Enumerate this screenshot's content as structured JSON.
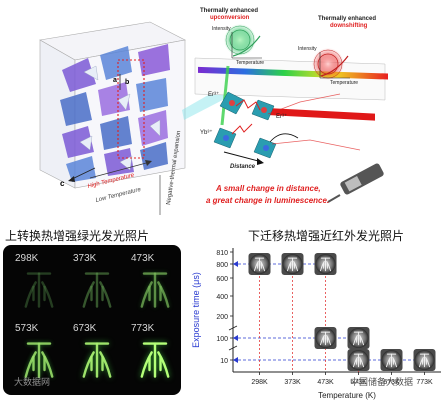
{
  "scheme": {
    "axis_a": "a",
    "axis_b": "b",
    "axis_c": "c",
    "high_temperature": "High Temperature",
    "low_temperature": "Low Temperature",
    "expansion_label": "Negative-thermal expansion",
    "er_label_1": "Er³⁺",
    "er_label_2": "Er³⁺",
    "yb_label": "Yb³⁺",
    "distance_label": "Distance",
    "thermal_up_line1": "Thermally enhanced",
    "thermal_up_line2": "upconversion",
    "thermal_down_line1": "Thermally enhanced",
    "thermal_down_line2": "downshifting",
    "intensity_label_1": "Intensity",
    "temperature_label_1": "Temperature",
    "intensity_label_2": "Intensity",
    "temperature_label_2": "Temperature",
    "tagline_1": "A small change in distance,",
    "tagline_2": "a great change in luminescence."
  },
  "left_panel": {
    "caption": "上转换热增强绿光发光照片",
    "temps": [
      "298K",
      "373K",
      "473K",
      "573K",
      "673K",
      "773K"
    ],
    "glow_levels": [
      0.15,
      0.3,
      0.55,
      0.8,
      0.9,
      1.0
    ],
    "watermark": "大数据网"
  },
  "right_panel": {
    "caption": "下迁移热增强近红外发光照片",
    "watermark": "中国储备大数据"
  },
  "chart_data": {
    "type": "scatter",
    "xlabel": "Temperature (K)",
    "ylabel": "Exposure time (μs)",
    "x_categories": [
      "298K",
      "373K",
      "473K",
      "573K",
      "673K",
      "773K"
    ],
    "y_ticks": [
      "10",
      "100",
      "200",
      "400",
      "600",
      "800",
      "810"
    ],
    "points": [
      {
        "x": "298K",
        "y": 800
      },
      {
        "x": "373K",
        "y": 800
      },
      {
        "x": "473K",
        "y": 800
      },
      {
        "x": "473K",
        "y": 100
      },
      {
        "x": "573K",
        "y": 100
      },
      {
        "x": "573K",
        "y": 10
      },
      {
        "x": "673K",
        "y": 10
      },
      {
        "x": "773K",
        "y": 10
      }
    ],
    "dashed_guides": [
      800,
      100,
      10
    ],
    "grid": false
  }
}
